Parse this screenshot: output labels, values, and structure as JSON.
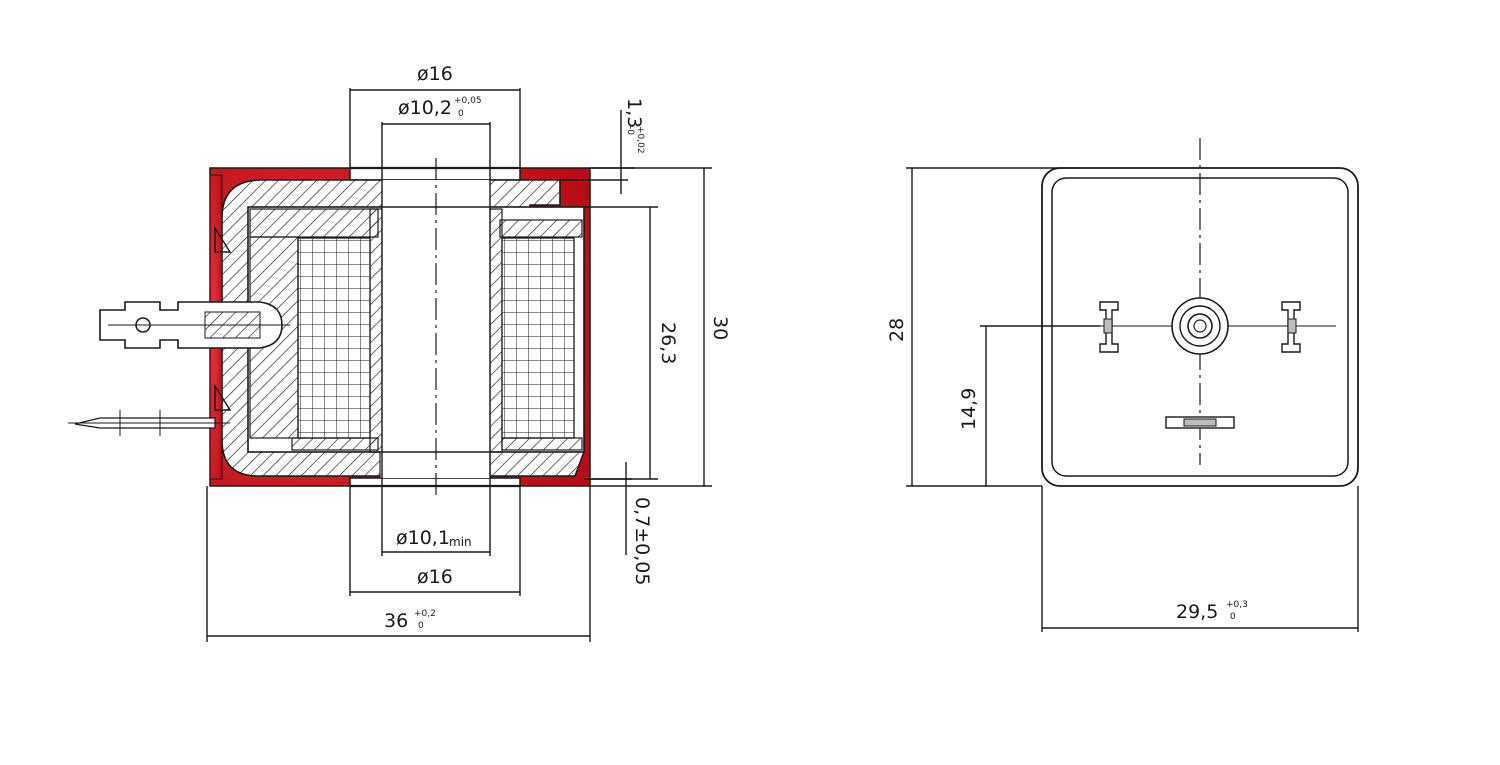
{
  "colors": {
    "housing_red": "#d0121c",
    "line": "#1a1a1a",
    "background": "#ffffff"
  },
  "section_view": {
    "top_outer_dia": {
      "main": "ø16"
    },
    "top_inner_dia": {
      "main": "ø10,2",
      "tol_upper": "+0,05",
      "tol_lower": "0"
    },
    "top_gap": {
      "main": "1,3",
      "tol_upper": "+0,02",
      "tol_lower": "-0"
    },
    "bottom_inner_dia": {
      "main": "ø10,1",
      "suffix": "min"
    },
    "bottom_outer_dia": {
      "main": "ø16"
    },
    "overall_width": {
      "main": "36",
      "tol_upper": "+0,2",
      "tol_lower": "0"
    },
    "inner_height": {
      "main": "26,3"
    },
    "overall_height": {
      "main": "30"
    },
    "bottom_gap": {
      "main": "0,7±0,05"
    }
  },
  "end_view": {
    "height": {
      "main": "28"
    },
    "center_height": {
      "main": "14,9"
    },
    "width": {
      "main": "29,5",
      "tol_upper": "+0,3",
      "tol_lower": "0"
    }
  }
}
